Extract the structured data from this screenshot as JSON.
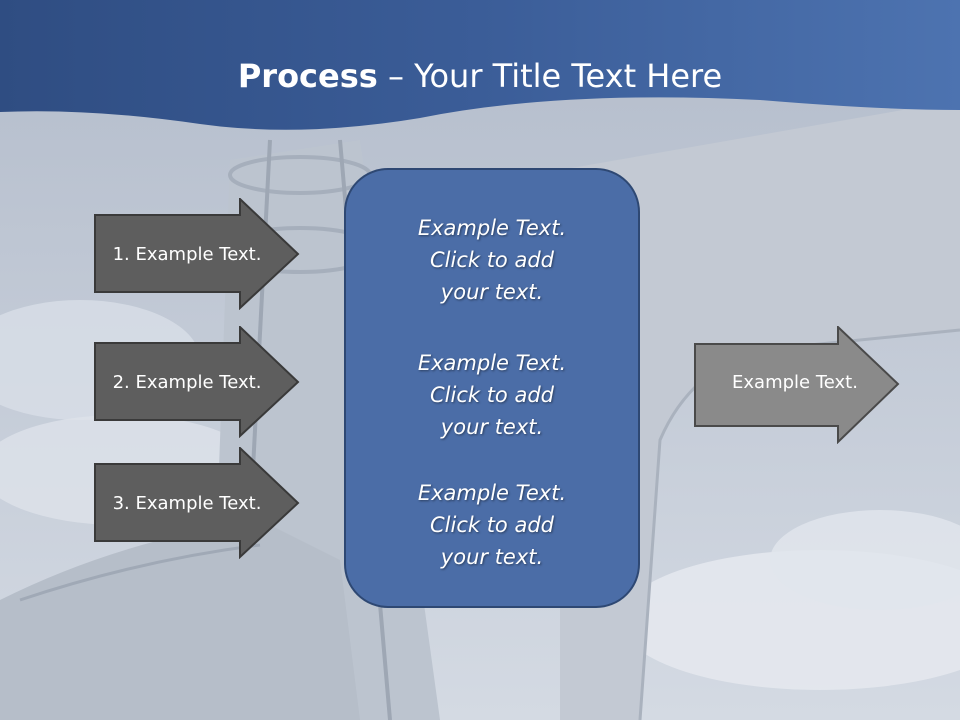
{
  "slide": {
    "title_bold": "Process",
    "title_rest": " – Your Title Text Here",
    "left_arrows": [
      "1. Example Text.",
      "2. Example Text.",
      "3. Example Text."
    ],
    "center_items": [
      [
        "Example Text.",
        "Click  to add",
        "your text."
      ],
      [
        "Example Text.",
        "Click  to add",
        "your text."
      ],
      [
        "Example Text.",
        "Click  to add",
        "your text."
      ]
    ],
    "right_arrow": "Example Text."
  },
  "colors": {
    "header_blue": "#3f5f98",
    "center_box": "#4b6da7",
    "dark_arrow": "#5e5e5e",
    "light_arrow": "#8a8a8a"
  }
}
